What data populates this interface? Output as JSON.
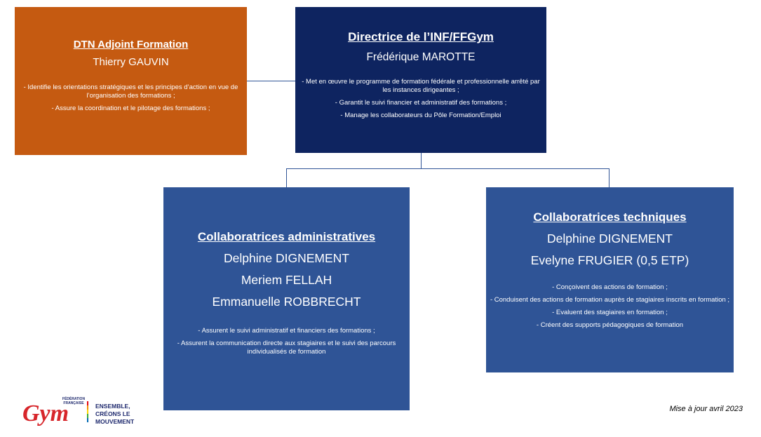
{
  "dtn_adjoint": {
    "title": "DTN Adjoint Formation",
    "name": "Thierry GAUVIN",
    "tasks": [
      "- Identifie les orientations stratégiques et les principes d’action en vue de l’organisation des formations ;",
      "- Assure la coordination et le pilotage des formations ;"
    ]
  },
  "directrice": {
    "title": "Directrice de l’INF/FFGym",
    "name": "Frédérique MAROTTE",
    "tasks": [
      "- Met en œuvre le programme de formation fédérale et professionnelle arrêté par les instances dirigeantes ;",
      "- Garantit le suivi financier et administratif des formations ;",
      "- Manage les collaborateurs du Pôle Formation/Emploi"
    ]
  },
  "administratives": {
    "title": "Collaboratrices administratives",
    "names": [
      "Delphine DIGNEMENT",
      "Meriem FELLAH",
      "Emmanuelle ROBBRECHT"
    ],
    "tasks": [
      "- Assurent le suivi administratif et financiers des formations ;",
      "- Assurent la communication directe aux stagiaires et le suivi des parcours individualisés de formation"
    ]
  },
  "techniques": {
    "title": "Collaboratrices techniques",
    "names": [
      "Delphine DIGNEMENT",
      "Evelyne FRUGIER (0,5 ETP)"
    ],
    "tasks": [
      "- Conçoivent des actions de formation ;",
      "- Conduisent des actions de formation auprès de stagiaires inscrits en formation ;",
      "- Evaluent des stagiaires en formation ;",
      "- Créent des supports pédagogiques de formation"
    ]
  },
  "footer": {
    "logo_small": "FÉDÉRATION FRANÇAISE",
    "logo_text": "Gym",
    "tagline_line1": "ENSEMBLE,",
    "tagline_line2": "CRÉONS LE MOUVEMENT",
    "update": "Mise à jour avril 2023"
  },
  "colors": {
    "dtn_box": "#c55a11",
    "directrice_box": "#0e2460",
    "collaboratrices_box": "#2f5496"
  }
}
